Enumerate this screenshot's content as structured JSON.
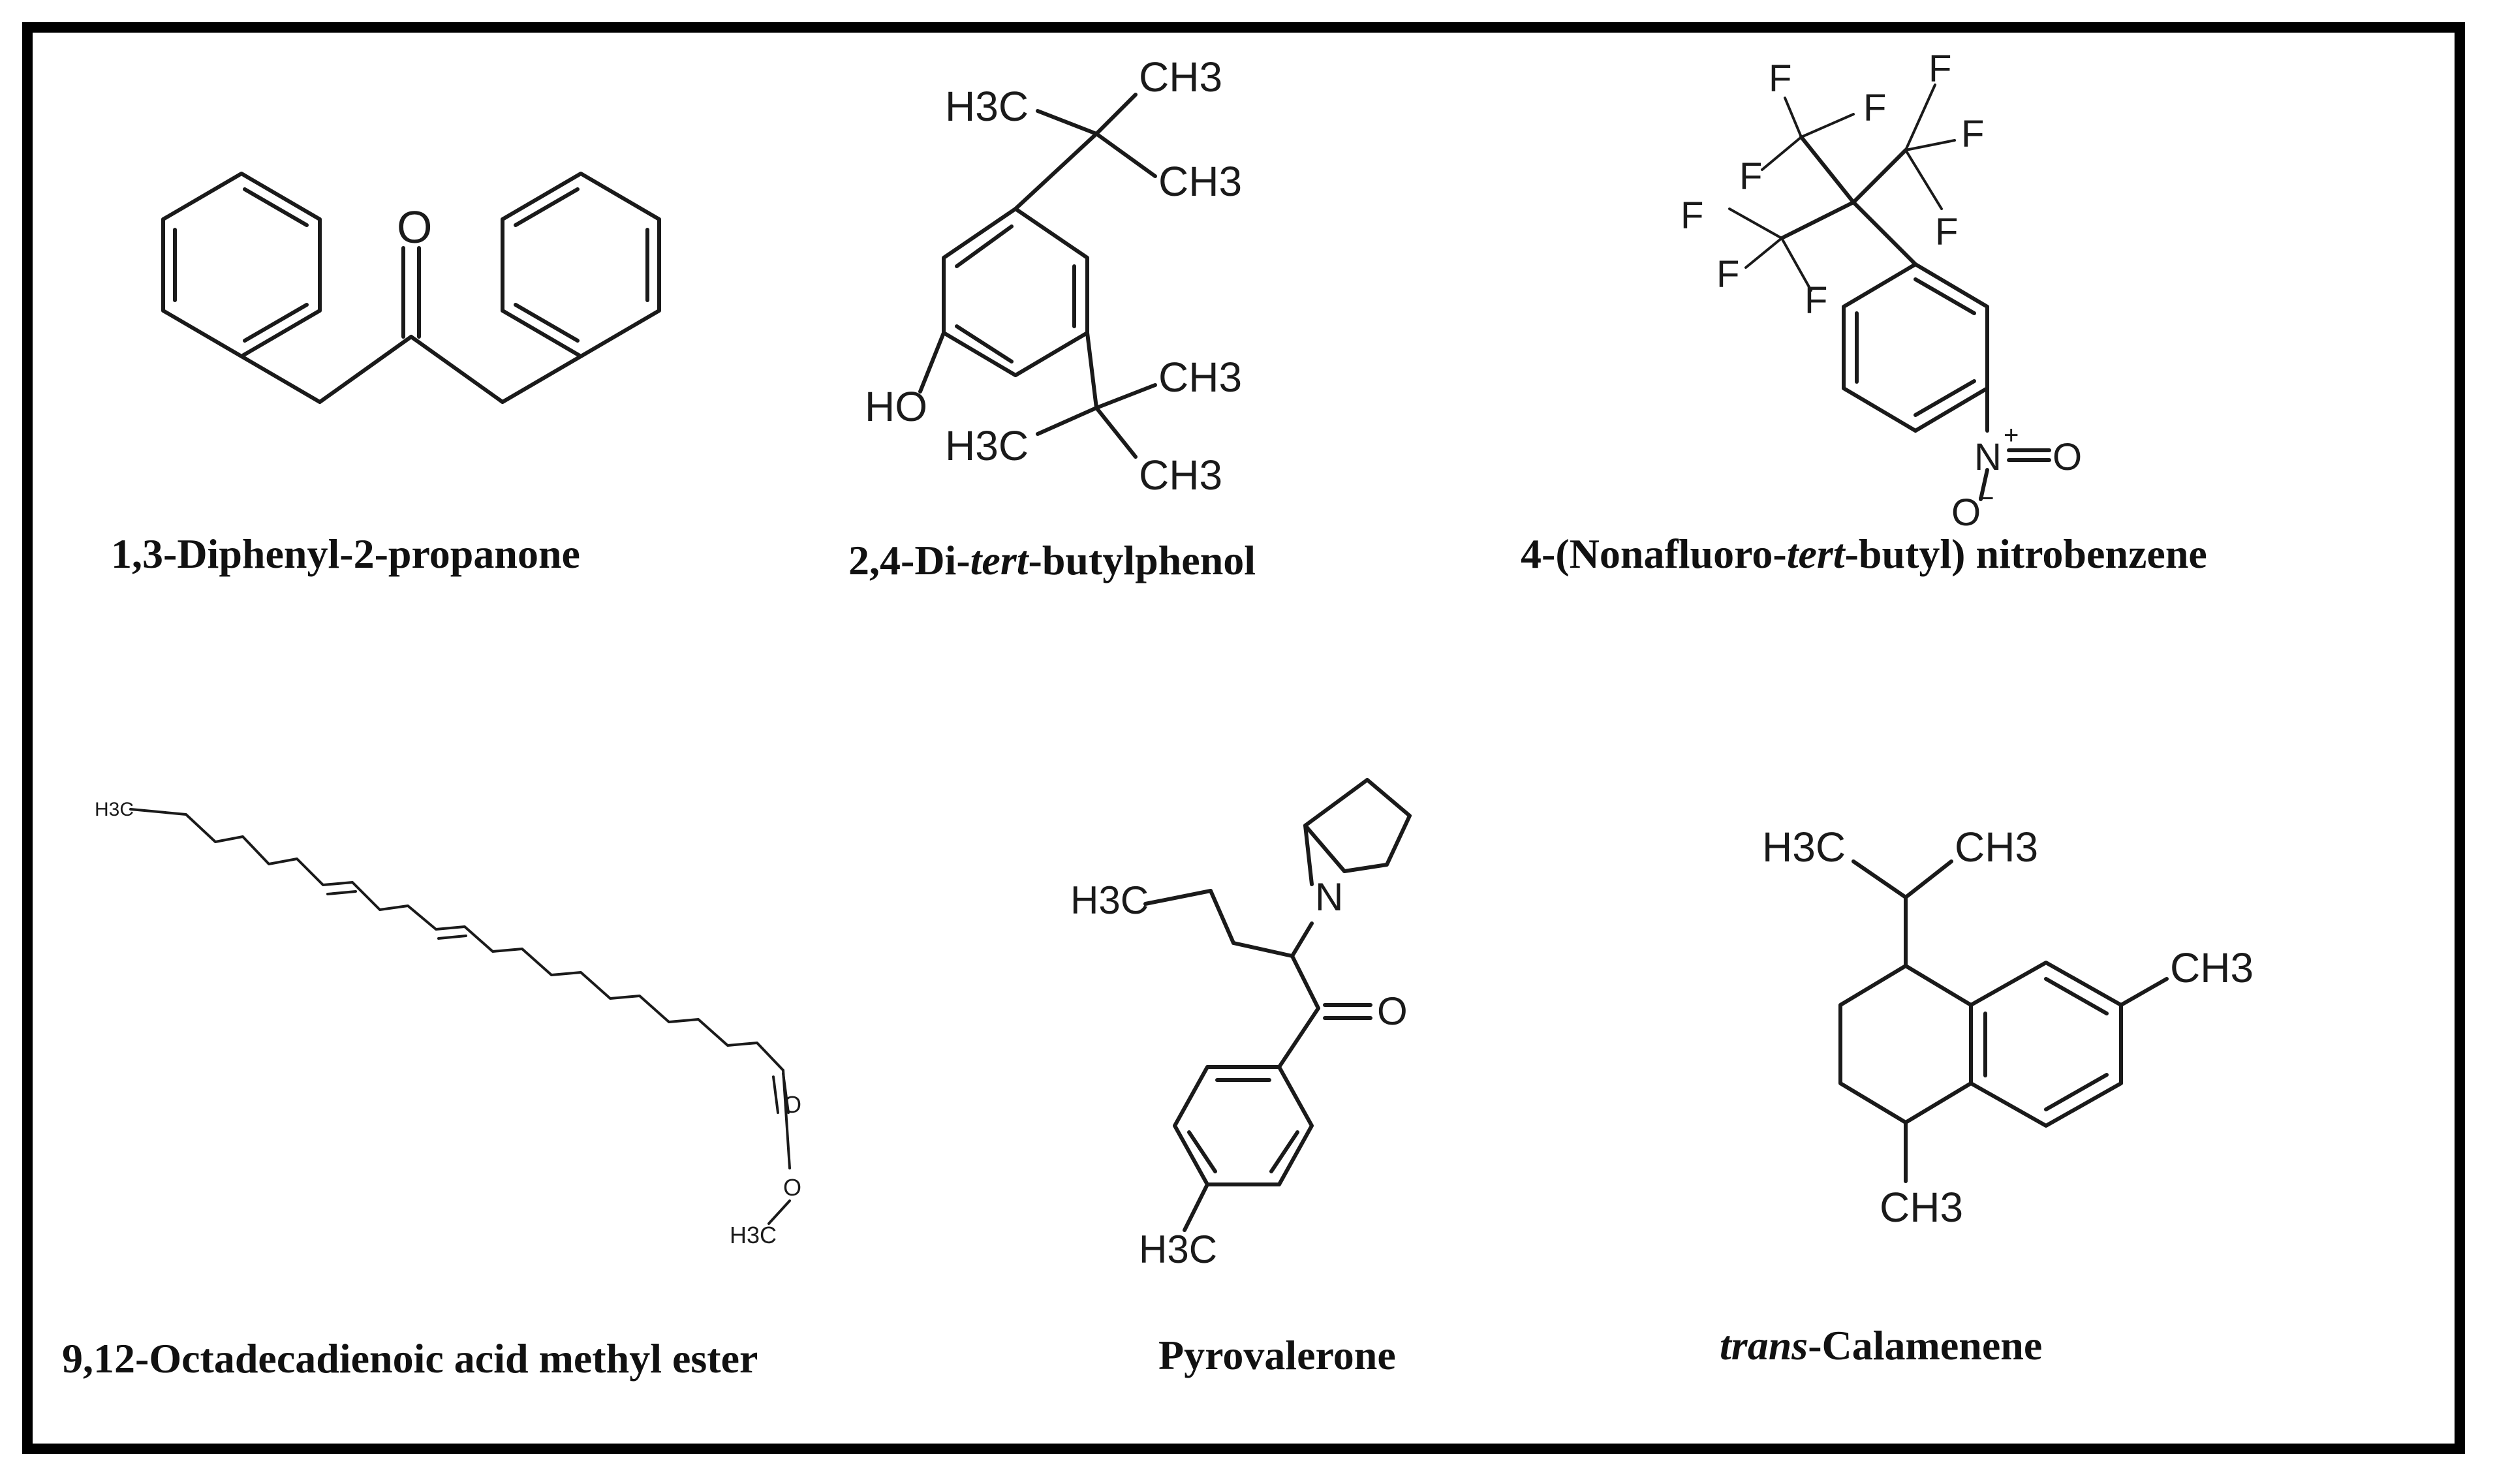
{
  "compounds": [
    {
      "name": "1,3-Diphenyl-2-propanone",
      "atoms": [
        "O"
      ]
    },
    {
      "name_parts": [
        "2,4-Di-",
        "tert",
        "-butylphenol"
      ],
      "atoms": [
        "CH3",
        "H3C",
        "CH3",
        "HO",
        "CH3",
        "H3C",
        "CH3"
      ]
    },
    {
      "name_parts": [
        "4-(Nonafluoro-",
        "tert",
        "-butyl) nitrobenzene"
      ],
      "atoms": [
        "F",
        "F",
        "F",
        "F",
        "F",
        "F",
        "F",
        "F",
        "F",
        "N",
        "+",
        "O",
        "O",
        "−"
      ]
    },
    {
      "name": "9,12-Octadecadienoic acid methyl ester",
      "atoms": [
        "H3C",
        "O",
        "O",
        "H3C"
      ]
    },
    {
      "name": "Pyrovalerone",
      "atoms": [
        "N",
        "H3C",
        "O",
        "H3C"
      ]
    },
    {
      "name_parts": [
        "trans",
        "-Calamenene"
      ],
      "atoms": [
        "H3C",
        "CH3",
        "CH3",
        "CH3"
      ]
    }
  ]
}
